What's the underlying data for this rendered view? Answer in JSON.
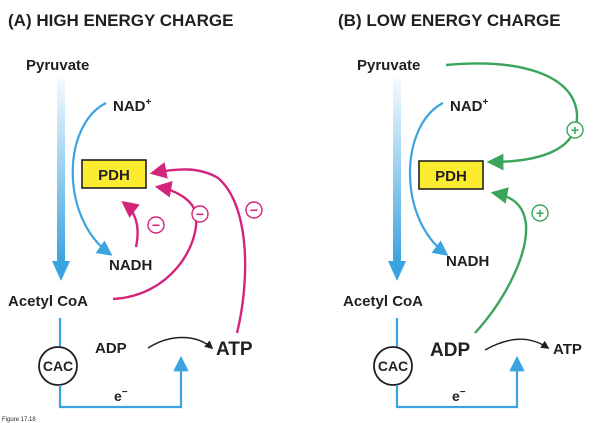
{
  "panel_a": {
    "title": "(A) HIGH ENERGY CHARGE",
    "pyruvate": "Pyruvate",
    "nad": "NAD",
    "nad_sup": "+",
    "pdh": "PDH",
    "nadh": "NADH",
    "acetyl_coa": "Acetyl CoA",
    "cac": "CAC",
    "adp": "ADP",
    "atp": "ATP",
    "electron": "e",
    "electron_sup": "−",
    "inhibit_sign": "−"
  },
  "panel_b": {
    "title": "(B) LOW ENERGY CHARGE",
    "pyruvate": "Pyruvate",
    "nad": "NAD",
    "nad_sup": "+",
    "pdh": "PDH",
    "nadh": "NADH",
    "acetyl_coa": "Acetyl CoA",
    "cac": "CAC",
    "adp": "ADP",
    "atp": "ATP",
    "electron": "e",
    "electron_sup": "−",
    "activate_sign": "+"
  },
  "caption": "Figure 17.18",
  "colors": {
    "blue": "#3aa3e0",
    "magenta": "#d4247b",
    "green": "#3aa55a",
    "pdh_fill": "#fbec2f",
    "ink": "#231f20"
  }
}
